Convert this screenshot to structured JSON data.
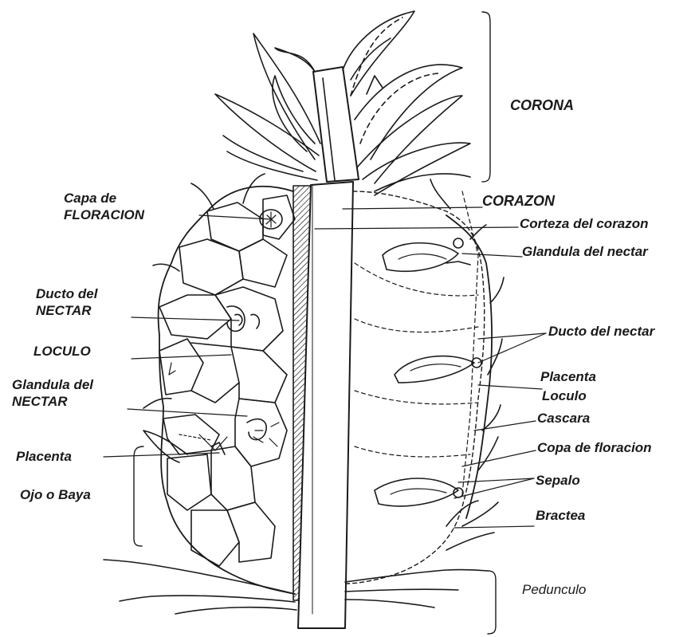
{
  "diagram": {
    "stroke_color": "#1a1a1a",
    "background": "#ffffff",
    "labels": {
      "corona": "CORONA",
      "capa_line1": "Capa de",
      "capa_line2": "FLORACION",
      "corazon": "CORAZON",
      "corteza": "Corteza del corazon",
      "glandula_right": "Glandula del nectar",
      "ducto_left_line1": "Ducto del",
      "ducto_left_line2": "NECTAR",
      "loculo_left": "LOCULO",
      "glandula_left_line1": "Glandula del",
      "glandula_left_line2": "NECTAR",
      "placenta_left": "Placenta",
      "ojo_baya": "Ojo o Baya",
      "ducto_right": "Ducto del nectar",
      "placenta_right": "Placenta",
      "loculo_right": "Loculo",
      "cascara": "Cascara",
      "copa": "Copa de floracion",
      "sepalo": "Sepalo",
      "bractea": "Bractea",
      "pedunculo": "Pedunculo"
    }
  }
}
